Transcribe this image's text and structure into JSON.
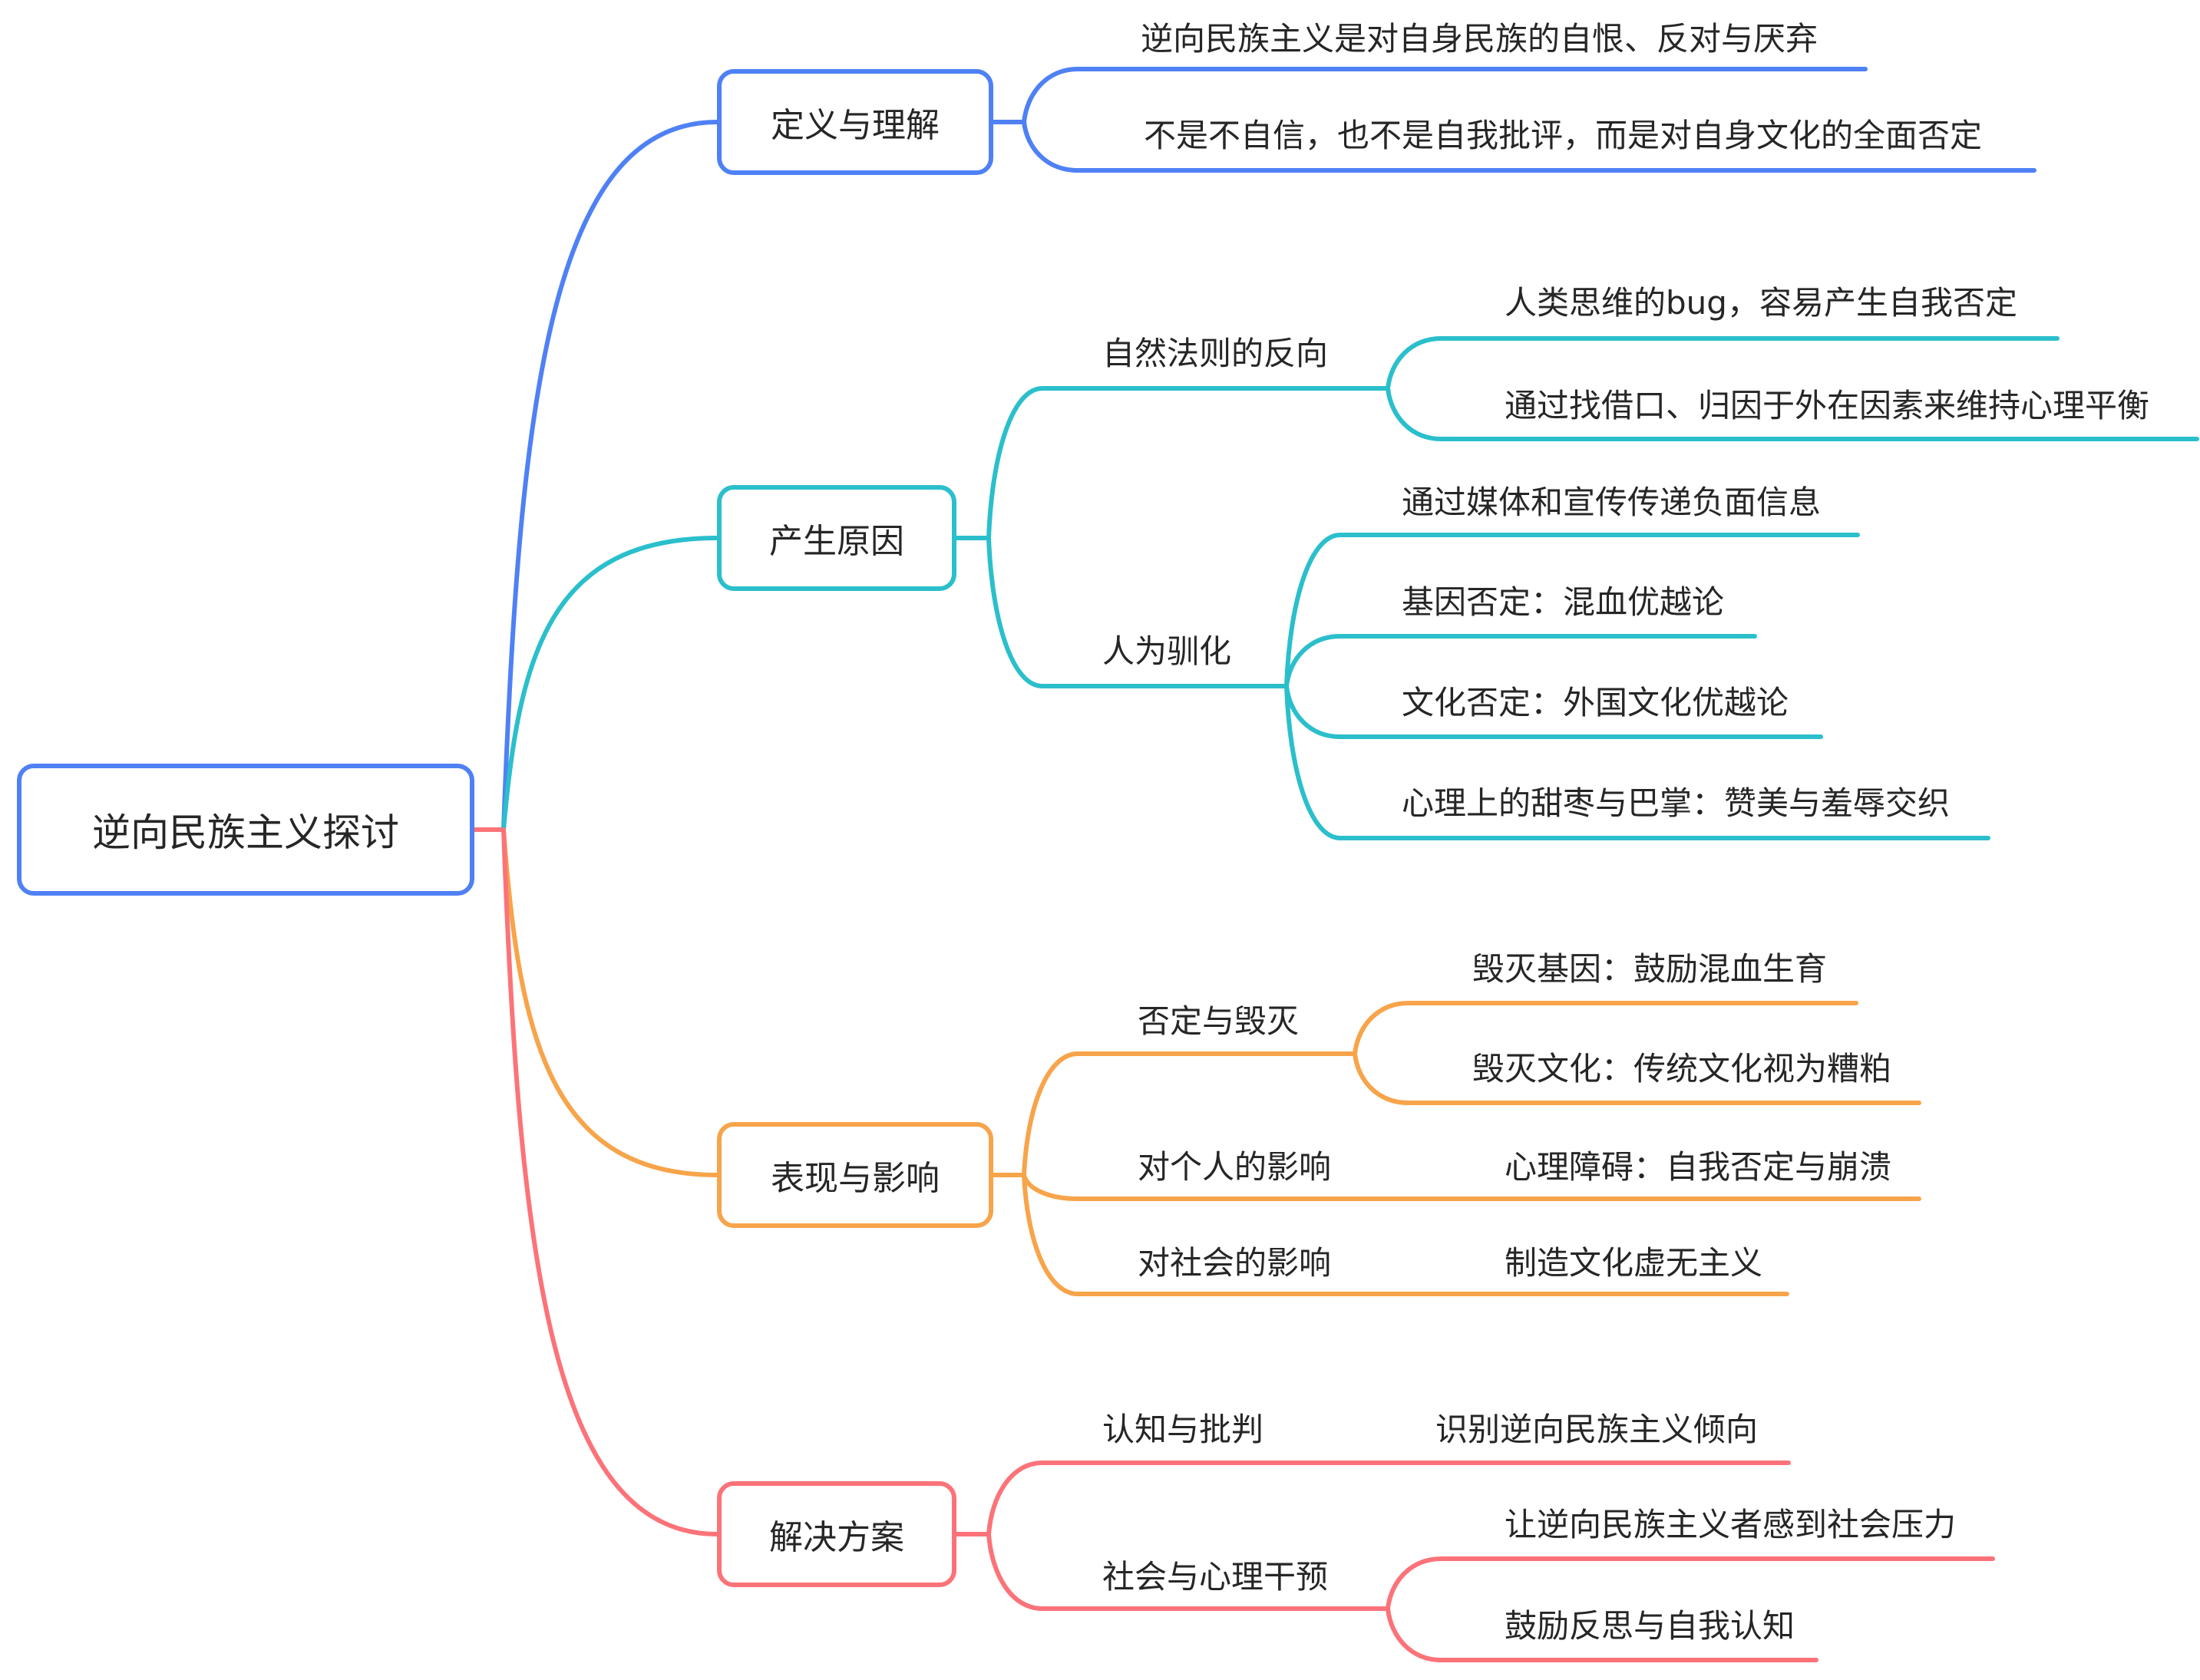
{
  "colors": {
    "root": "#4f81f5",
    "blue": "#4f81f5",
    "cyan": "#2bbfcc",
    "orange": "#f7a44a",
    "red": "#fb7379",
    "text": "#262626"
  },
  "root": {
    "label": "逆向民族主义探讨"
  },
  "branches": [
    {
      "label": "定义与理解",
      "color": "blue",
      "leaves": [
        "逆向民族主义是对自身民族的自恨、反对与厌弃",
        "不是不自信，也不是自我批评，而是对自身文化的全面否定"
      ]
    },
    {
      "label": "产生原因",
      "color": "cyan",
      "subs": [
        {
          "label": "自然法则的反向",
          "leaves": [
            "人类思维的bug，容易产生自我否定",
            "通过找借口、归因于外在因素来维持心理平衡"
          ]
        },
        {
          "label": "人为驯化",
          "leaves": [
            "通过媒体和宣传传递负面信息",
            "基因否定：混血优越论",
            "文化否定：外国文化优越论",
            "心理上的甜枣与巴掌：赞美与羞辱交织"
          ]
        }
      ]
    },
    {
      "label": "表现与影响",
      "color": "orange",
      "subs": [
        {
          "label": "否定与毁灭",
          "leaves": [
            "毁灭基因：鼓励混血生育",
            "毁灭文化：传统文化视为糟粕"
          ]
        },
        {
          "label": "对个人的影响",
          "leaves": [
            "心理障碍：自我否定与崩溃"
          ]
        },
        {
          "label": "对社会的影响",
          "leaves": [
            "制造文化虚无主义"
          ]
        }
      ]
    },
    {
      "label": "解决方案",
      "color": "red",
      "subs": [
        {
          "label": "认知与批判",
          "leaves": [
            "识别逆向民族主义倾向"
          ]
        },
        {
          "label": "社会与心理干预",
          "leaves": [
            "让逆向民族主义者感到社会压力",
            "鼓励反思与自我认知"
          ]
        }
      ]
    }
  ]
}
